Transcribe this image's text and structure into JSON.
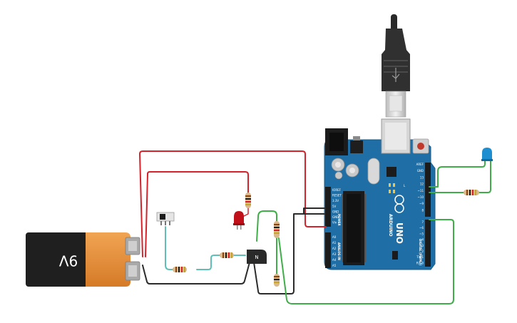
{
  "battery": {
    "label": "9V"
  },
  "arduino": {
    "model": "UNO",
    "brand": "ARDUINO",
    "power_header_title": "POWER",
    "analog_header_title": "ANALOG IN",
    "digital_header_title": "DIGITAL (PWM~)",
    "power_pins": [
      "IOREF",
      "RESET",
      "3.3V",
      "5V",
      "GND",
      "GND",
      "Vin"
    ],
    "analog_pins": [
      "A0",
      "A1",
      "A2",
      "A3",
      "A4",
      "A5"
    ],
    "digital_pins_top": [
      "AREF",
      "GND",
      "13",
      "12",
      "~11",
      "~10",
      "~9",
      "8"
    ],
    "digital_pins_bottom": [
      "7",
      "~6",
      "~5",
      "4",
      "~3",
      "2",
      "TX▸1",
      "RX◂0"
    ],
    "tx_label": "TX",
    "rx_label": "RX",
    "l_label": "L"
  },
  "transistor": {
    "label": "N"
  },
  "colors": {
    "wire_red": "#d6232b",
    "wire_black": "#2b2b2b",
    "wire_green": "#3fae49",
    "wire_teal": "#5fbfb7",
    "board_blue": "#1f6fa6",
    "battery_orange": "#e08a3a",
    "led_red": "#c0101a",
    "led_blue": "#1d8fd0"
  }
}
